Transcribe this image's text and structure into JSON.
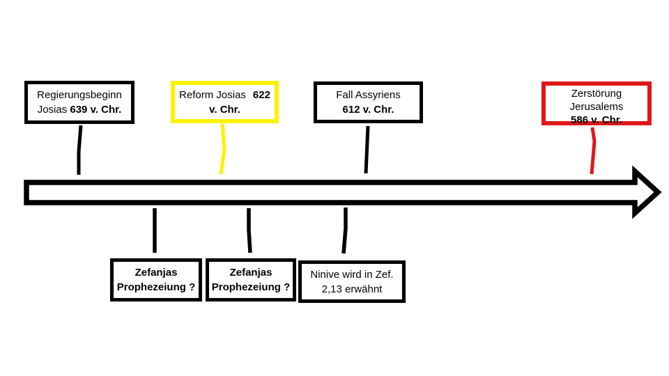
{
  "slide": {
    "background": "#ffffff",
    "colors": {
      "black": "#000000",
      "yellow": "#fdf300",
      "red": "#e01818",
      "white": "#ffffff"
    }
  },
  "top_boxes": [
    {
      "id": "regierungsbeginn-josias",
      "line1": [
        {
          "t": "Regierungsbeginn",
          "b": false
        }
      ],
      "line2": [
        {
          "t": "Josias ",
          "b": false
        },
        {
          "t": "639 v. Chr.",
          "b": true
        }
      ]
    },
    {
      "id": "reform-josias",
      "line1": [
        {
          "t": "Reform Josias",
          "b": false
        },
        {
          "t": "622",
          "b": true
        }
      ],
      "line2": [
        {
          "t": "v. Chr.",
          "b": true
        }
      ]
    },
    {
      "id": "fall-assyriens",
      "line1": [
        {
          "t": "Fall Assyriens",
          "b": false
        }
      ],
      "line2": [
        {
          "t": "612 v. Chr.",
          "b": true
        }
      ]
    },
    {
      "id": "zerstoerung-jerusalems",
      "line1": [
        {
          "t": "Zerstörung",
          "b": false
        }
      ],
      "line2": [
        {
          "t": "Jerusalems",
          "b": false
        }
      ],
      "line3": [
        {
          "t": "586 v. Chr.",
          "b": true
        }
      ]
    }
  ],
  "bottom_boxes": [
    {
      "id": "zefanja-prophezeiung-1",
      "line1": [
        {
          "t": "Zefanjas",
          "b": true
        }
      ],
      "line2": [
        {
          "t": "Prophezeiung ?",
          "b": true
        }
      ]
    },
    {
      "id": "zefanja-prophezeiung-2",
      "line1": [
        {
          "t": "Zefanjas",
          "b": true
        }
      ],
      "line2": [
        {
          "t": "Prophezeiung ?",
          "b": true
        }
      ]
    },
    {
      "id": "ninive-zef-2-13",
      "line1": [
        {
          "t": "Ninive wird in Zef.",
          "b": false
        }
      ],
      "line2": [
        {
          "t": "2,13 erwähnt",
          "b": false
        }
      ]
    }
  ]
}
